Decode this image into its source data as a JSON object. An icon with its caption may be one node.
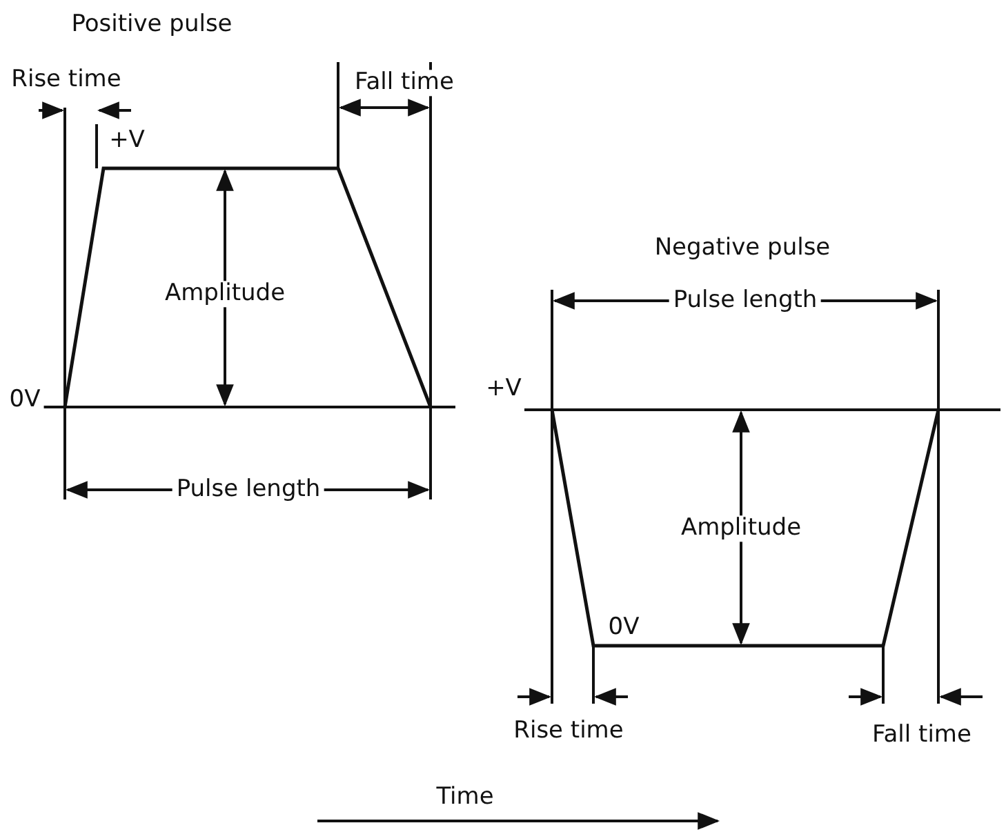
{
  "diagram": {
    "labels": [
      "Positive pulse",
      "Rise time",
      "Fall time",
      "+V",
      "Amplitude",
      "0V",
      "Pulse length",
      "Negative pulse",
      "Pulse length",
      "+V",
      "Amplitude",
      "0V",
      "Rise time",
      "Fall time",
      "Time"
    ]
  }
}
